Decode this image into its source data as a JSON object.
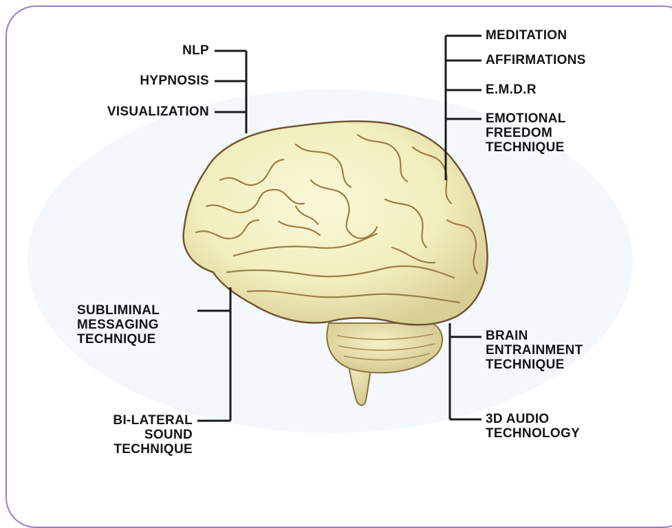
{
  "colors": {
    "frame_border": "#9a7cc4",
    "brain_fill": "#f2eebe",
    "brain_fold": "#9c7d45",
    "connector": "#1a1a1a",
    "label_text": "#141414"
  },
  "labels": {
    "nlp": "NLP",
    "hypnosis": "HYPNOSIS",
    "visualization": "VISUALIZATION",
    "meditation": "MEDITATION",
    "affirmations": "AFFIRMATIONS",
    "emdr": "E.M.D.R",
    "eft": "EMOTIONAL\nFREEDOM\nTECHNIQUE",
    "subliminal": "SUBLIMINAL\nMESSAGING\nTECHNIQUE",
    "bilateral": "BI-LATERAL\nSOUND\nTECHNIQUE",
    "brain_entrainment": "BRAIN\nENTRAINMENT\nTECHNIQUE",
    "audio_3d": "3D AUDIO\nTECHNOLOGY"
  }
}
